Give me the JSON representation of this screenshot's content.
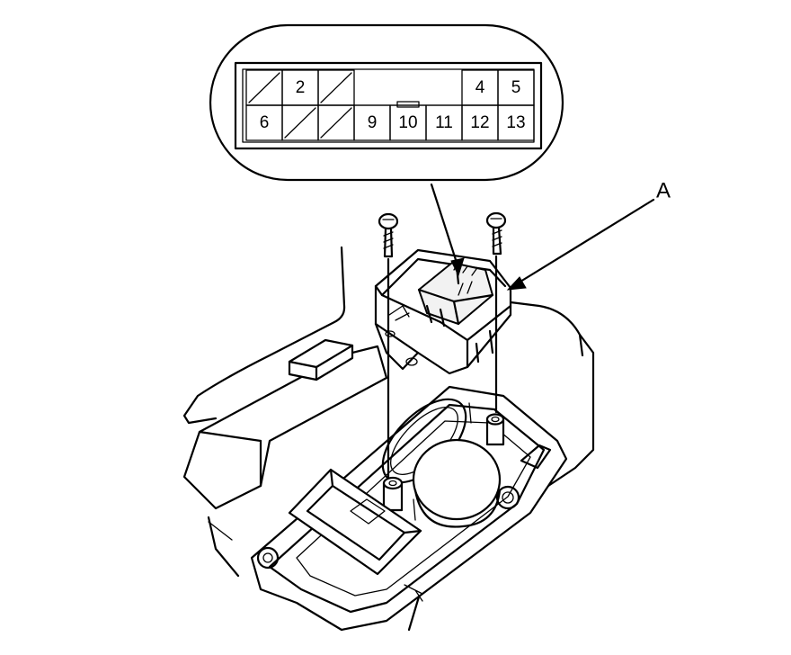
{
  "connector_view": {
    "pins": [
      {
        "row": 0,
        "col": 0,
        "label": "",
        "empty": true
      },
      {
        "row": 0,
        "col": 1,
        "label": "2",
        "empty": false
      },
      {
        "row": 0,
        "col": 2,
        "label": "",
        "empty": true
      },
      {
        "row": 0,
        "col": 6,
        "label": "4",
        "empty": false
      },
      {
        "row": 0,
        "col": 7,
        "label": "5",
        "empty": false
      },
      {
        "row": 1,
        "col": 0,
        "label": "6",
        "empty": false
      },
      {
        "row": 1,
        "col": 1,
        "label": "",
        "empty": true
      },
      {
        "row": 1,
        "col": 2,
        "label": "",
        "empty": true
      },
      {
        "row": 1,
        "col": 3,
        "label": "9",
        "empty": false
      },
      {
        "row": 1,
        "col": 4,
        "label": "10",
        "empty": false
      },
      {
        "row": 1,
        "col": 5,
        "label": "11",
        "empty": false
      },
      {
        "row": 1,
        "col": 6,
        "label": "12",
        "empty": false
      },
      {
        "row": 1,
        "col": 7,
        "label": "13",
        "empty": false
      }
    ]
  },
  "callouts": {
    "part_a": "A"
  }
}
